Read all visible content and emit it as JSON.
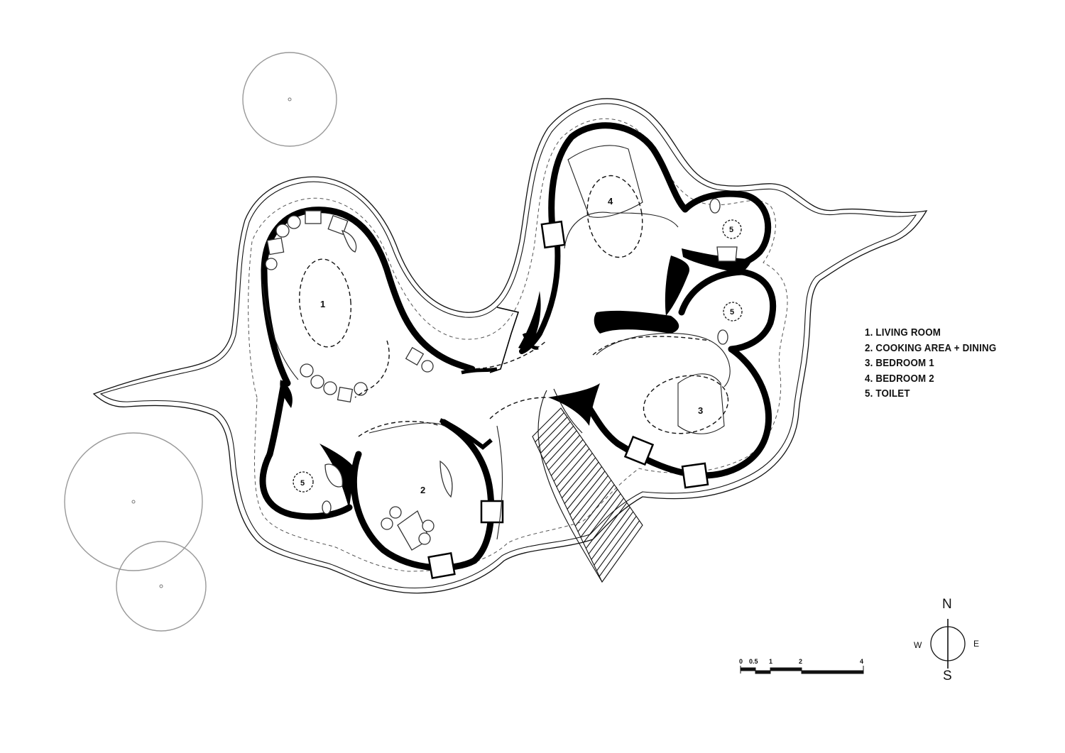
{
  "rooms": [
    {
      "num": "1",
      "name": "LIVING ROOM"
    },
    {
      "num": "2",
      "name": "COOKING AREA + DINING"
    },
    {
      "num": "3",
      "name": "BEDROOM 1"
    },
    {
      "num": "4",
      "name": "BEDROOM 2"
    },
    {
      "num": "5",
      "name": "TOILET"
    }
  ],
  "legend": [
    "1. LIVING ROOM",
    "2. COOKING AREA + DINING",
    "3. BEDROOM 1",
    "4. BEDROOM 2",
    "5. TOILET"
  ],
  "compass": {
    "north": "N",
    "south": "S",
    "east": "E",
    "west": "W"
  },
  "scale_bar": {
    "ticks": [
      "0",
      "0.5",
      "1",
      "2",
      "4"
    ]
  }
}
